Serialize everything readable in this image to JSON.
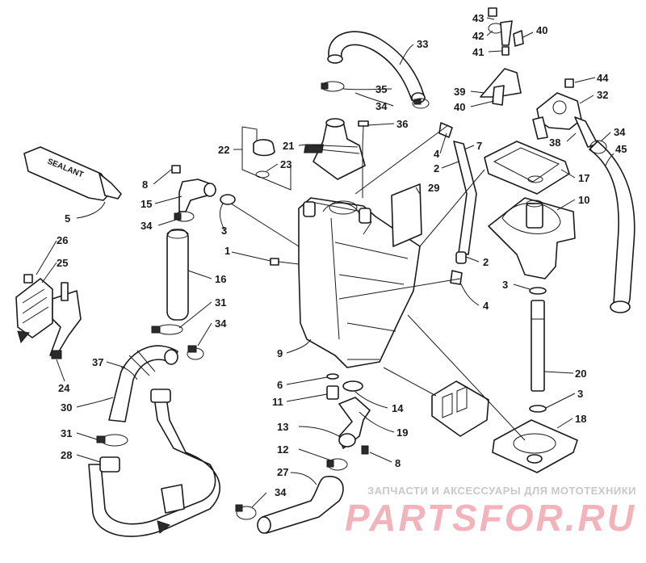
{
  "sealant_text": "SEALANT",
  "watermark": {
    "tagline": "ЗАПЧАСТИ И АКСЕССУАРЫ ДЛЯ МОТОТЕХНИКИ",
    "logo": "PARTSFOR.RU"
  },
  "callouts": [
    {
      "id": "c33",
      "text": "33"
    },
    {
      "id": "c43",
      "text": "43"
    },
    {
      "id": "c42",
      "text": "42"
    },
    {
      "id": "c40a",
      "text": "40"
    },
    {
      "id": "c41",
      "text": "41"
    },
    {
      "id": "c44",
      "text": "44"
    },
    {
      "id": "c39",
      "text": "39"
    },
    {
      "id": "c32",
      "text": "32"
    },
    {
      "id": "c40b",
      "text": "40"
    },
    {
      "id": "c35",
      "text": "35"
    },
    {
      "id": "c34a",
      "text": "34"
    },
    {
      "id": "c36",
      "text": "36"
    },
    {
      "id": "c21",
      "text": "21"
    },
    {
      "id": "c22",
      "text": "22"
    },
    {
      "id": "c23",
      "text": "23"
    },
    {
      "id": "c4a",
      "text": "4"
    },
    {
      "id": "c7",
      "text": "7"
    },
    {
      "id": "c2a",
      "text": "2"
    },
    {
      "id": "c34b",
      "text": "34"
    },
    {
      "id": "c38",
      "text": "38"
    },
    {
      "id": "c45",
      "text": "45"
    },
    {
      "id": "c17",
      "text": "17"
    },
    {
      "id": "c8a",
      "text": "8"
    },
    {
      "id": "c15",
      "text": "15"
    },
    {
      "id": "c29",
      "text": "29"
    },
    {
      "id": "c10",
      "text": "10"
    },
    {
      "id": "c5",
      "text": "5"
    },
    {
      "id": "c3a",
      "text": "3"
    },
    {
      "id": "c34c",
      "text": "34"
    },
    {
      "id": "c26",
      "text": "26"
    },
    {
      "id": "c1",
      "text": "1"
    },
    {
      "id": "c25",
      "text": "25"
    },
    {
      "id": "c2b",
      "text": "2"
    },
    {
      "id": "c16",
      "text": "16"
    },
    {
      "id": "c3b",
      "text": "3"
    },
    {
      "id": "c31a",
      "text": "31"
    },
    {
      "id": "c4b",
      "text": "4"
    },
    {
      "id": "c34d",
      "text": "34"
    },
    {
      "id": "c9",
      "text": "9"
    },
    {
      "id": "c37",
      "text": "37"
    },
    {
      "id": "c24",
      "text": "24"
    },
    {
      "id": "c20",
      "text": "20"
    },
    {
      "id": "c6",
      "text": "6"
    },
    {
      "id": "c11",
      "text": "11"
    },
    {
      "id": "c14",
      "text": "14"
    },
    {
      "id": "c30",
      "text": "30"
    },
    {
      "id": "c3c",
      "text": "3"
    },
    {
      "id": "c31b",
      "text": "31"
    },
    {
      "id": "c13",
      "text": "13"
    },
    {
      "id": "c19",
      "text": "19"
    },
    {
      "id": "c18",
      "text": "18"
    },
    {
      "id": "c28",
      "text": "28"
    },
    {
      "id": "c12",
      "text": "12"
    },
    {
      "id": "c8b",
      "text": "8"
    },
    {
      "id": "c27",
      "text": "27"
    },
    {
      "id": "c34e",
      "text": "34"
    }
  ]
}
